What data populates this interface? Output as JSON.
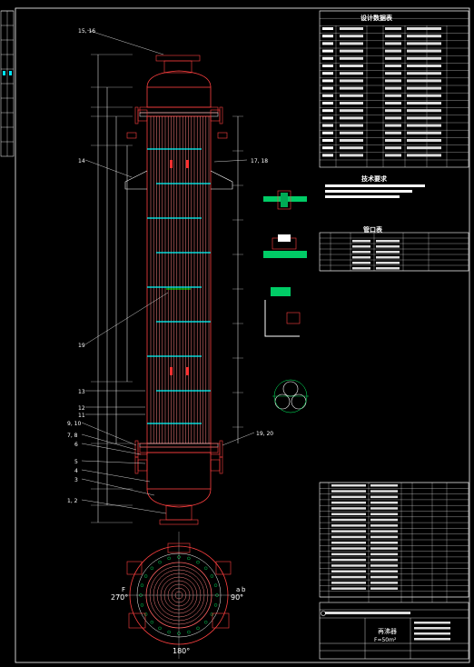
{
  "colors": {
    "background": "#000000",
    "frame": "#ffffff",
    "outline": "#ff4040",
    "tubes": "#ff8080",
    "baffles": "#00ffff",
    "annotation": "#00ff00",
    "table_line": "#ffffff",
    "table_text": "#ffffff"
  },
  "callouts": {
    "c_15_16": "15, 16",
    "c_14": "14",
    "c_17_18": "17, 18",
    "c_19": "19",
    "c_13": "13",
    "c_12": "12",
    "c_11": "11",
    "c_9_10": "9, 10",
    "c_7_8": "7, 8",
    "c_6": "6",
    "c_5": "5",
    "c_4": "4",
    "c_3": "3",
    "c_1_2": "1, 2",
    "c_19_20": "19, 20"
  },
  "tables": {
    "spec_title": "设计数据表",
    "notes_title": "技术要求",
    "nozzle_title": "管口表"
  },
  "plan_view": {
    "angle_left": "270°",
    "angle_right": "90°",
    "angle_bottom": "180°",
    "mark_left": "F",
    "mark_right_a": "a",
    "mark_right_b": "b"
  },
  "title_block": {
    "product": "再沸器",
    "area": "F=50m²"
  }
}
